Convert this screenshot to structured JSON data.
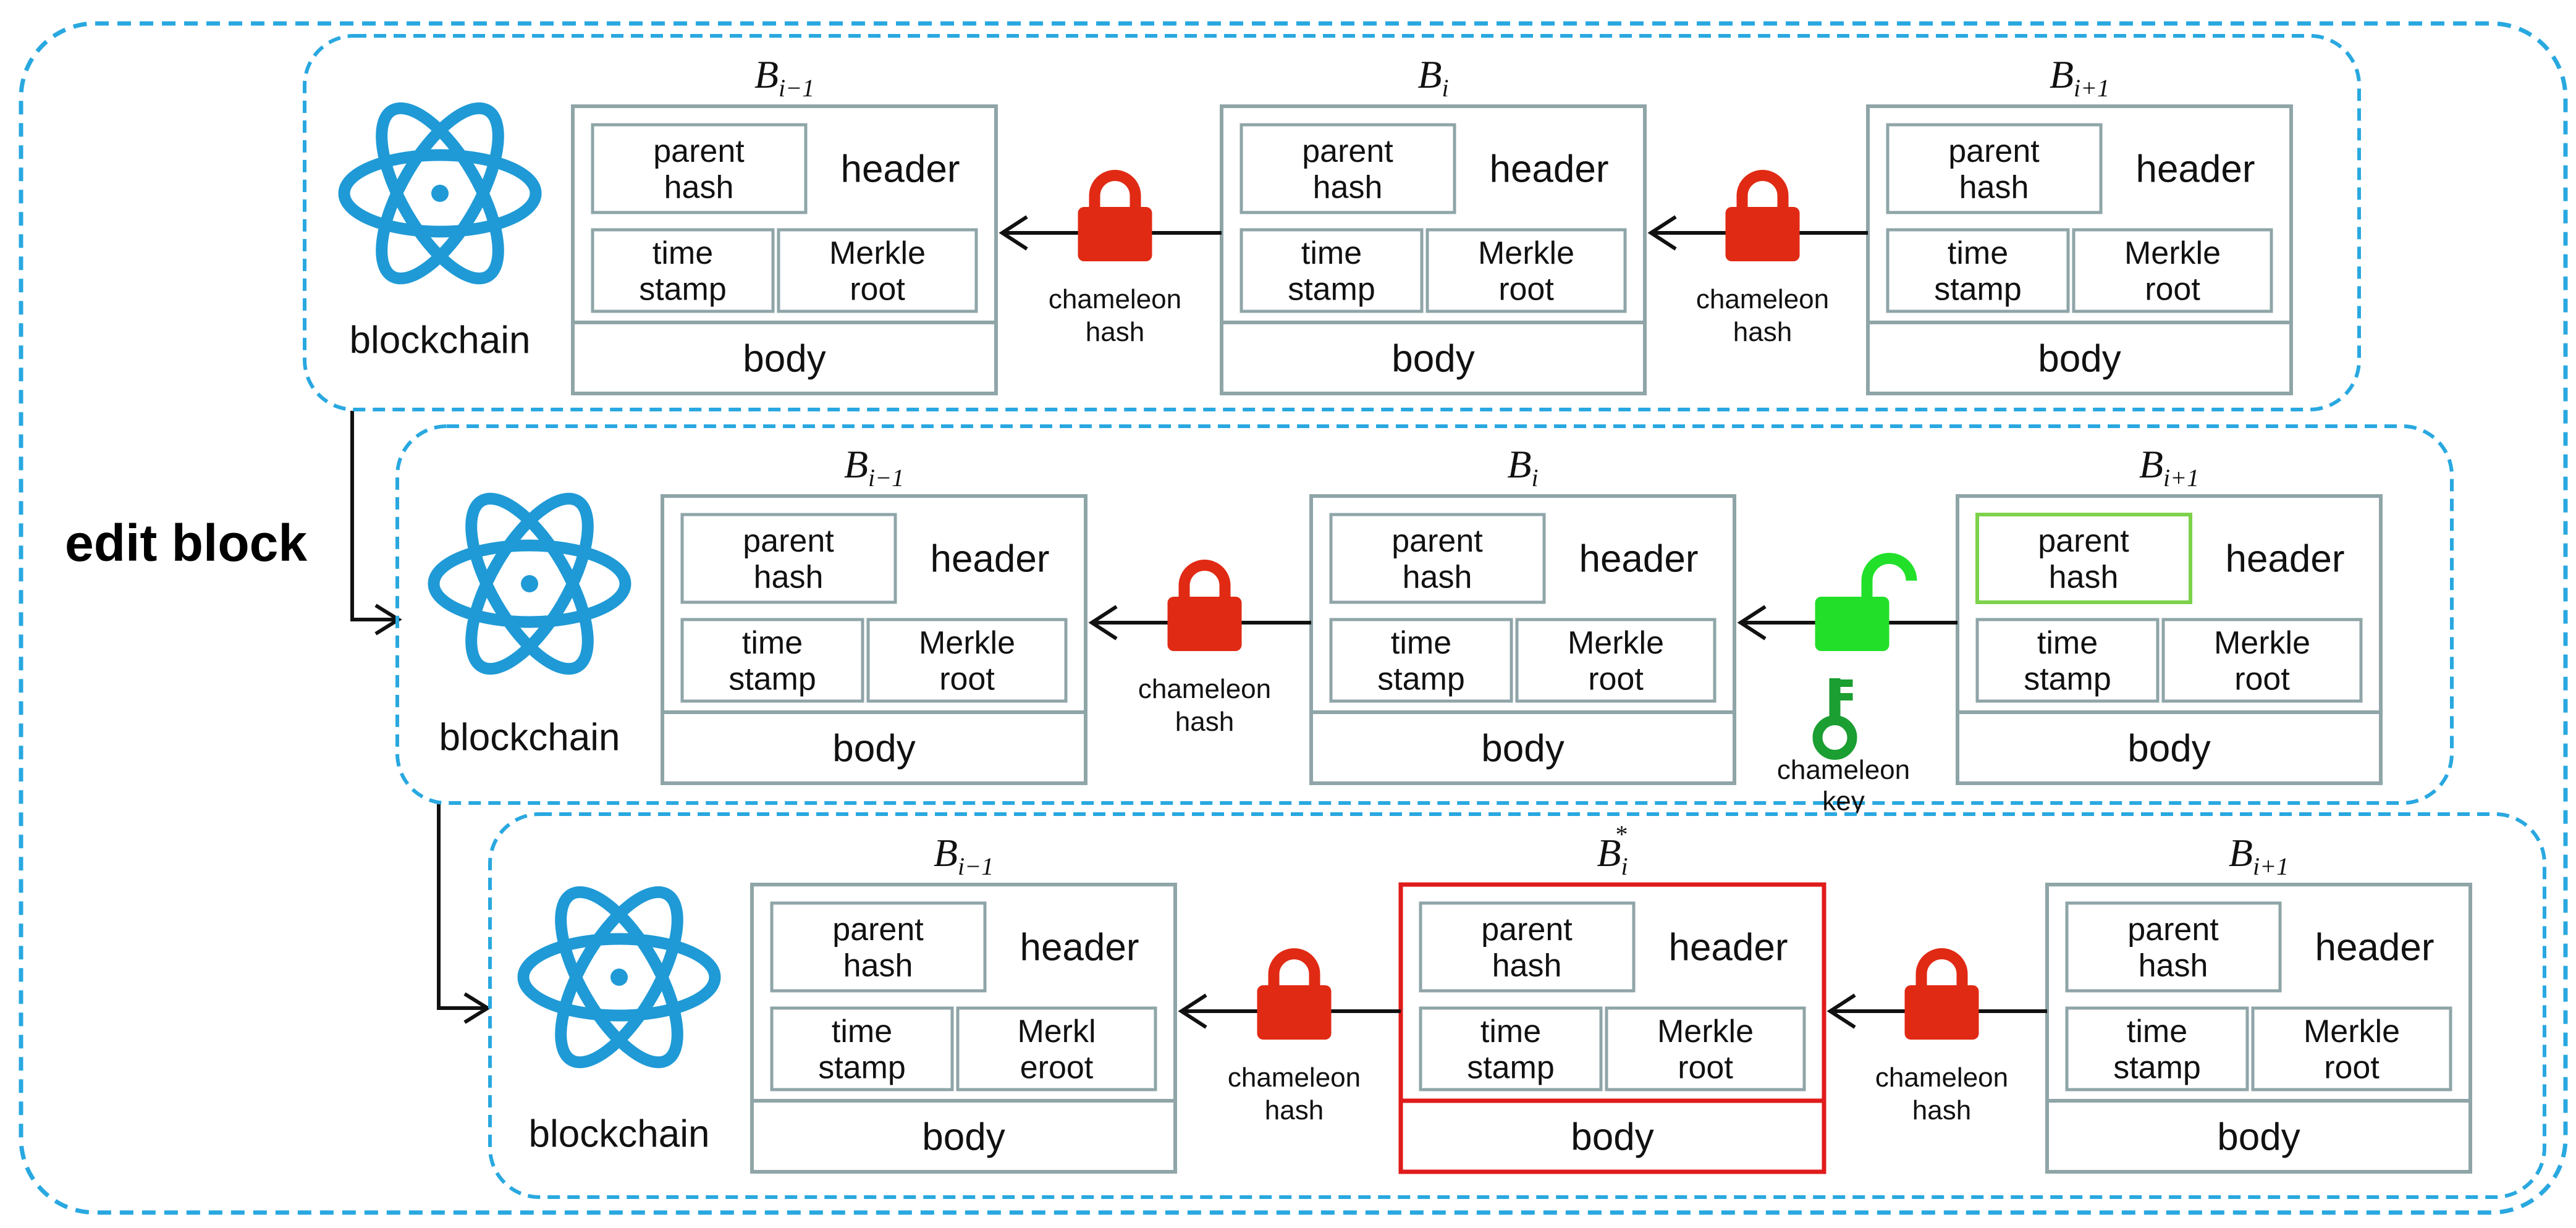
{
  "diagram": {
    "side_label": "edit block",
    "colors": {
      "dashed_border": "#29a8e0",
      "atom_blue": "#1f9ad6",
      "block_border": "#8fa5a8",
      "lock_red": "#e02a14",
      "lock_green": "#22e02a",
      "key_green": "#1b9e32",
      "highlight_red": "#e01b1b",
      "highlight_green": "#7cd24a",
      "arrow": "#111111"
    },
    "rows": [
      {
        "logo_label": "blockchain",
        "blocks": [
          {
            "title_main": "B",
            "title_sub": "i−1",
            "title_sup": "",
            "parent": "parent\nhash",
            "header": "header",
            "time": "time\nstamp",
            "merkle": "Merkle\nroot",
            "body": "body",
            "highlight": "none"
          },
          {
            "title_main": "B",
            "title_sub": "i",
            "title_sup": "",
            "parent": "parent\nhash",
            "header": "header",
            "time": "time\nstamp",
            "merkle": "Merkle\nroot",
            "body": "body",
            "highlight": "none"
          },
          {
            "title_main": "B",
            "title_sub": "i+1",
            "title_sup": "",
            "parent": "parent\nhash",
            "header": "header",
            "time": "time\nstamp",
            "merkle": "Merkle\nroot",
            "body": "body",
            "highlight": "none"
          }
        ],
        "links": [
          {
            "lock": "locked-red",
            "label": "chameleon\nhash",
            "key": false
          },
          {
            "lock": "locked-red",
            "label": "chameleon\nhash",
            "key": false
          }
        ]
      },
      {
        "logo_label": "blockchain",
        "blocks": [
          {
            "title_main": "B",
            "title_sub": "i−1",
            "title_sup": "",
            "parent": "parent\nhash",
            "header": "header",
            "time": "time\nstamp",
            "merkle": "Merkle\nroot",
            "body": "body",
            "highlight": "none"
          },
          {
            "title_main": "B",
            "title_sub": "i",
            "title_sup": "",
            "parent": "parent\nhash",
            "header": "header",
            "time": "time\nstamp",
            "merkle": "Merkle\nroot",
            "body": "body",
            "highlight": "none"
          },
          {
            "title_main": "B",
            "title_sub": "i+1",
            "title_sup": "",
            "parent": "parent\nhash",
            "header": "header",
            "time": "time\nstamp",
            "merkle": "Merkle\nroot",
            "body": "body",
            "highlight": "parent-green"
          }
        ],
        "links": [
          {
            "lock": "locked-red",
            "label": "chameleon\nhash",
            "key": false
          },
          {
            "lock": "unlocked-green",
            "label": "chameleon\nkey",
            "key": true
          }
        ]
      },
      {
        "logo_label": "blockchain",
        "blocks": [
          {
            "title_main": "B",
            "title_sub": "i−1",
            "title_sup": "",
            "parent": "parent\nhash",
            "header": "header",
            "time": "time\nstamp",
            "merkle": "Merkl\neroot",
            "body": "body",
            "highlight": "none"
          },
          {
            "title_main": "B",
            "title_sub": "i",
            "title_sup": "*",
            "parent": "parent\nhash",
            "header": "header",
            "time": "time\nstamp",
            "merkle": "Merkle\nroot",
            "body": "body",
            "highlight": "block-red"
          },
          {
            "title_main": "B",
            "title_sub": "i+1",
            "title_sup": "",
            "parent": "parent\nhash",
            "header": "header",
            "time": "time\nstamp",
            "merkle": "Merkle\nroot",
            "body": "body",
            "highlight": "none"
          }
        ],
        "links": [
          {
            "lock": "locked-red",
            "label": "chameleon\nhash",
            "key": false
          },
          {
            "lock": "locked-red",
            "label": "chameleon\nhash",
            "key": false
          }
        ]
      }
    ]
  }
}
